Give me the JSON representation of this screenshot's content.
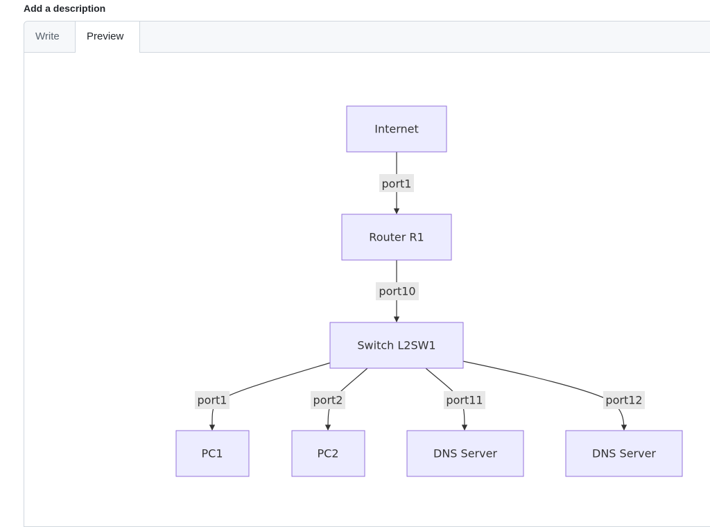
{
  "page": {
    "heading": "Add a description"
  },
  "editor": {
    "tabs": [
      {
        "label": "Write",
        "selected": false
      },
      {
        "label": "Preview",
        "selected": true
      }
    ]
  },
  "diagram": {
    "nodes": {
      "internet": "Internet",
      "router": "Router R1",
      "switch": "Switch L2SW1",
      "pc1": "PC1",
      "pc2": "PC2",
      "dns1": "DNS Server",
      "dns2": "DNS Server"
    },
    "edges": {
      "internet_router": "port1",
      "router_switch": "port10",
      "switch_pc1": "port1",
      "switch_pc2": "port2",
      "switch_dns1": "port11",
      "switch_dns2": "port12"
    },
    "colors": {
      "node_fill": "#ECECFF",
      "node_stroke": "#9370DB",
      "edge": "#333333",
      "label_bg": "#e8e8e8"
    }
  }
}
